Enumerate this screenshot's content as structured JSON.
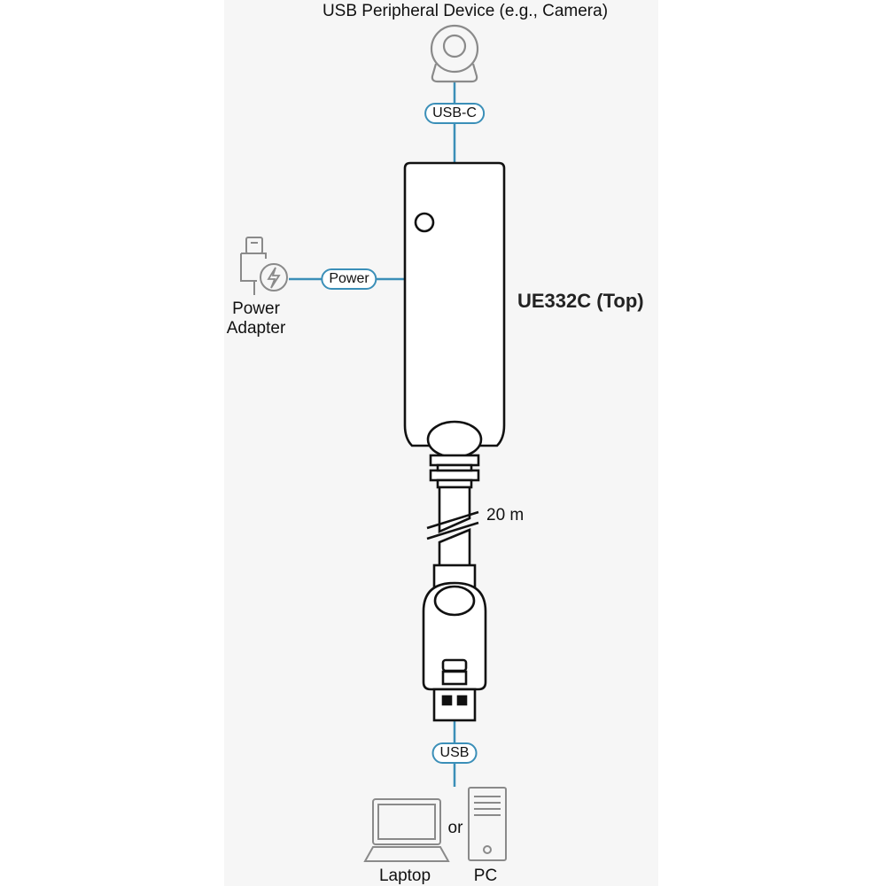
{
  "labels": {
    "peripheral": "USB Peripheral Device (e.g., Camera)",
    "device_title": "UE332C (Top)",
    "power_adapter_line1": "Power",
    "power_adapter_line2": "Adapter",
    "cable_length": "20 m",
    "or": "or",
    "laptop": "Laptop",
    "pc": "PC"
  },
  "connectors": {
    "top": "USB-C",
    "side": "Power",
    "bottom": "USB"
  },
  "icons": [
    "webcam-icon",
    "power-adapter-icon",
    "lightning-icon",
    "laptop-icon",
    "pc-tower-icon",
    "usb-a-plug-icon"
  ],
  "colors": {
    "connector_line": "#3b8fb8",
    "outline": "#111111",
    "icon_gray": "#8a8a8a",
    "background_panel": "#f6f6f6"
  }
}
